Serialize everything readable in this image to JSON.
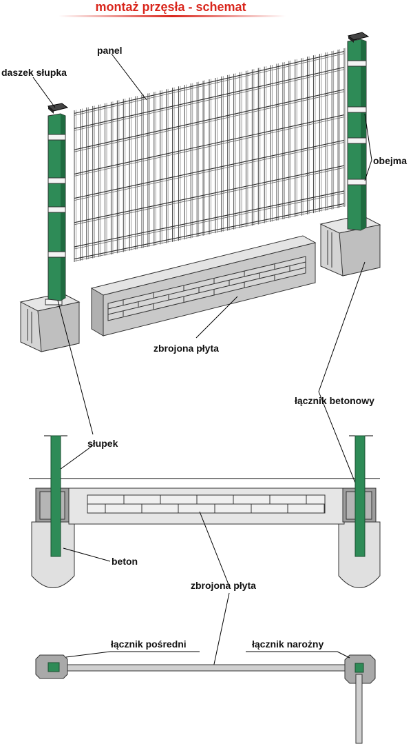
{
  "title": "montaż przęsła - schemat",
  "labels": {
    "panel": "panel",
    "daszek": "daszek słupka",
    "obejma": "obejma",
    "plyta_top": "zbrojona płyta",
    "lacznik_betonowy": "łącznik betonowy",
    "slupek": "słupek",
    "beton": "beton",
    "plyta_mid": "zbrojona płyta",
    "lacznik_posredni": "łącznik pośredni",
    "lacznik_narozny": "łącznik narożny"
  },
  "colors": {
    "title": "#d9261c",
    "post_green": "#2e8b57",
    "post_dark": "#1f6b40",
    "concrete": "#d9d9d9",
    "concrete_dark": "#a9a9a9",
    "mesh": "#333333"
  }
}
